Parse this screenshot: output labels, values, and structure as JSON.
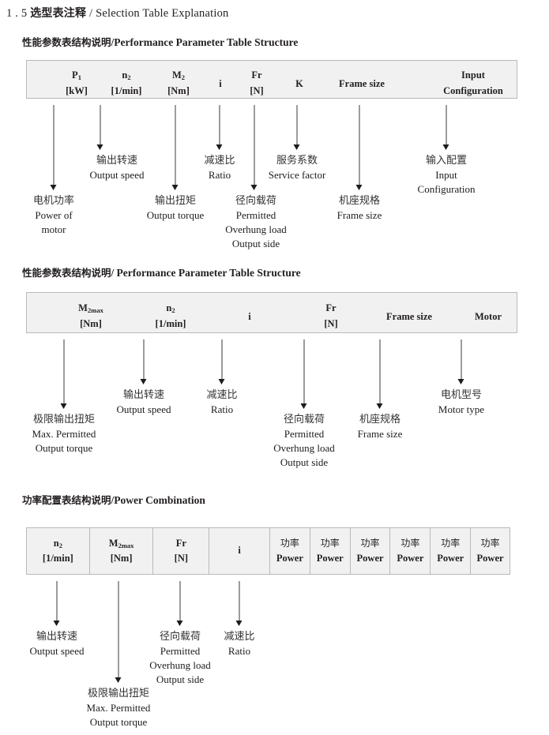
{
  "page": {
    "title_number": "1 . 5",
    "title_cn": "选型表注释",
    "title_sep": "/",
    "title_en": "Selection Table Explanation"
  },
  "sections": [
    {
      "heading_cn": "性能参数表结构说明",
      "heading_sep": "/",
      "heading_en": "Performance Parameter Table Structure",
      "table": {
        "bordered": false,
        "columns": [
          {
            "line1": "P",
            "sub1": "1",
            "line2": "[kW]"
          },
          {
            "line1": "n",
            "sub1": "2",
            "line2": "[1/min]"
          },
          {
            "line1": "M",
            "sub1": "2",
            "line2": "[Nm]"
          },
          {
            "line1": "i",
            "sub1": "",
            "line2": ""
          },
          {
            "line1": "Fr",
            "sub1": "",
            "line2": "[N]"
          },
          {
            "line1": "K",
            "sub1": "",
            "line2": ""
          },
          {
            "line1": "Frame size",
            "sub1": "",
            "line2": ""
          },
          {
            "line1": "Input",
            "sub1": "",
            "line2": "Configuration"
          }
        ]
      },
      "notes": [
        {
          "cn": "电机功率",
          "en": [
            "Power of",
            "motor"
          ]
        },
        {
          "cn": "输出转速",
          "en": [
            "Output speed"
          ]
        },
        {
          "cn": "输出扭矩",
          "en": [
            "Output torque"
          ]
        },
        {
          "cn": "减速比",
          "en": [
            "Ratio"
          ]
        },
        {
          "cn": "径向载荷",
          "en": [
            "Permitted",
            "Overhung load",
            "Output side"
          ]
        },
        {
          "cn": "服务系数",
          "en": [
            "Service factor"
          ]
        },
        {
          "cn": "机座规格",
          "en": [
            "Frame size"
          ]
        },
        {
          "cn": "输入配置",
          "en": [
            "Input",
            "Configuration"
          ]
        }
      ]
    },
    {
      "heading_cn": "性能参数表结构说明",
      "heading_sep": "/",
      "heading_en": "Performance Parameter Table Structure",
      "table": {
        "bordered": false,
        "columns": [
          {
            "line1": "M",
            "sub1": "2max",
            "line2": "[Nm]"
          },
          {
            "line1": "n",
            "sub1": "2",
            "line2": "[1/min]"
          },
          {
            "line1": "i",
            "sub1": "",
            "line2": ""
          },
          {
            "line1": "Fr",
            "sub1": "",
            "line2": "[N]"
          },
          {
            "line1": "Frame size",
            "sub1": "",
            "line2": ""
          },
          {
            "line1": "Motor",
            "sub1": "",
            "line2": ""
          }
        ]
      },
      "notes": [
        {
          "cn": "极限输出扭矩",
          "en": [
            "Max. Permitted",
            "Output  torque"
          ]
        },
        {
          "cn": "输出转速",
          "en": [
            "Output speed"
          ]
        },
        {
          "cn": "减速比",
          "en": [
            "Ratio"
          ]
        },
        {
          "cn": "径向载荷",
          "en": [
            "Permitted",
            "Overhung load",
            "Output side"
          ]
        },
        {
          "cn": "机座规格",
          "en": [
            "Frame size"
          ]
        },
        {
          "cn": "电机型号",
          "en": [
            "Motor type"
          ]
        }
      ]
    },
    {
      "heading_cn": "功率配置表结构说明",
      "heading_sep": "/",
      "heading_en": "Power Combination",
      "table": {
        "bordered": true,
        "columns": [
          {
            "line1": "n",
            "sub1": "2",
            "line2": "[1/min]"
          },
          {
            "line1": "M",
            "sub1": "2max",
            "line2": "[Nm]"
          },
          {
            "line1": "Fr",
            "sub1": "",
            "line2": "[N]"
          },
          {
            "line1": "i",
            "sub1": "",
            "line2": ""
          },
          {
            "cn1": "功率",
            "line2": "Power"
          },
          {
            "cn1": "功率",
            "line2": "Power"
          },
          {
            "cn1": "功率",
            "line2": "Power"
          },
          {
            "cn1": "功率",
            "line2": "Power"
          },
          {
            "cn1": "功率",
            "line2": "Power"
          },
          {
            "cn1": "功率",
            "line2": "Power"
          }
        ]
      },
      "notes": [
        {
          "cn": "输出转速",
          "en": [
            "Output speed"
          ]
        },
        {
          "cn": "极限输出扭矩",
          "en": [
            "Max. Permitted",
            "Output  torque"
          ]
        },
        {
          "cn": "径向载荷",
          "en": [
            "Permitted",
            "Overhung load",
            "Output side"
          ]
        },
        {
          "cn": "减速比",
          "en": [
            "Ratio"
          ]
        }
      ]
    }
  ],
  "colors": {
    "table_fill": "#f1f1f1",
    "table_border": "#b9b9b9",
    "arrow": "#1c1c1c",
    "text": "#231f20"
  }
}
